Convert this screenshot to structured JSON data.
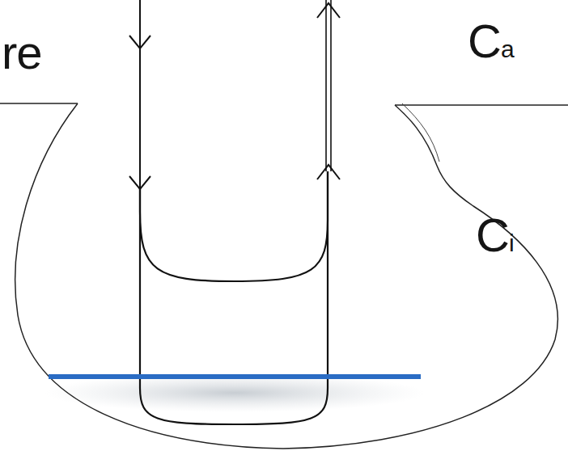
{
  "diagram": {
    "labels": [
      "re",
      "Ca",
      "Ci"
    ]
  }
}
